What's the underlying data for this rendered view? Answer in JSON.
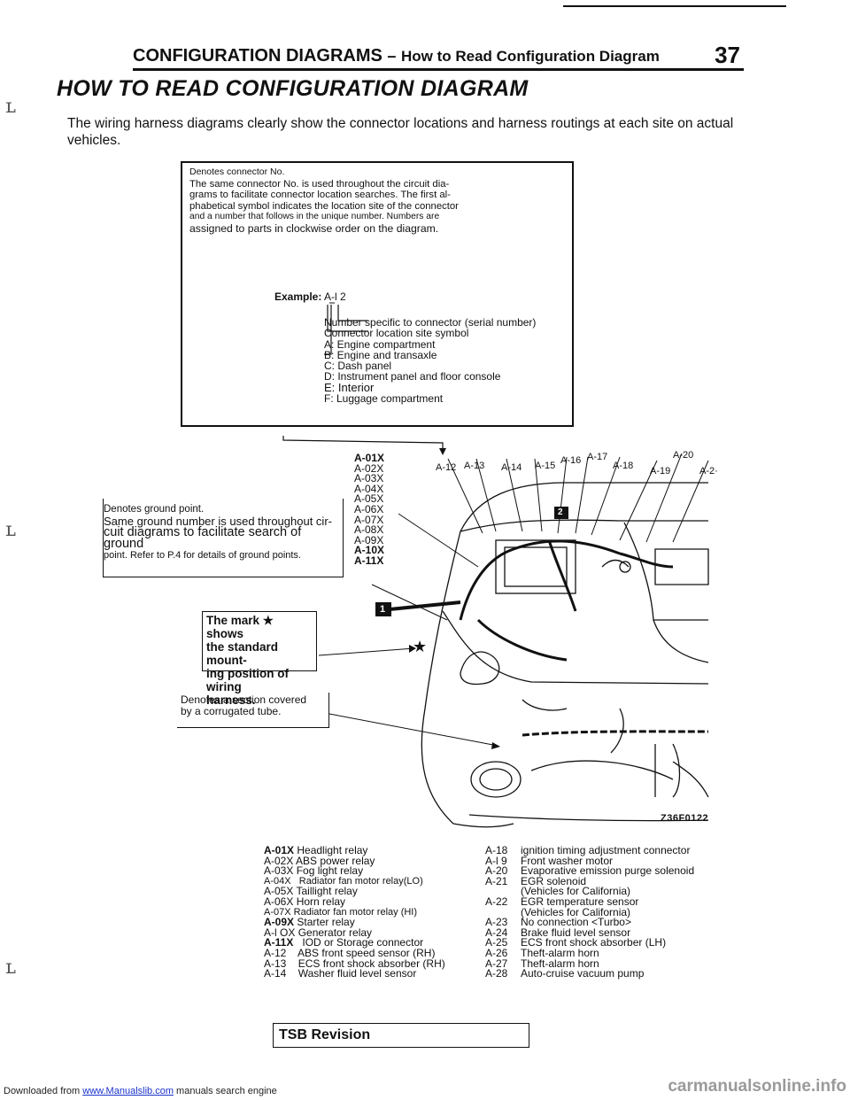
{
  "header": {
    "section": "CONFIGURATION DIAGRAMS",
    "dash": "–",
    "subsection": "How to Read Configuration Diagram",
    "page_number": "37"
  },
  "title": "HOW TO READ CONFIGURATION DIAGRAM",
  "intro": "The wiring harness diagrams clearly show the connector locations and harness routings at each site on actual vehicles.",
  "connector_box": {
    "heading": "Denotes connector No.",
    "lines": [
      "The same connector No. is used throughout the circuit dia-",
      "grams to facilitate connector location searches. The first al-",
      "phabetical symbol indicates the location site of the connector",
      "and a number that follows in the unique number. Numbers are",
      "assigned to parts in clockwise order on the diagram."
    ],
    "example_label": "Example:",
    "example_value": "A-l 2",
    "number_desc": "Number specific to connector (serial number)",
    "site_desc": "Connector location site symbol",
    "sites": [
      "A: Engine compartment",
      "B: Engine and transaxle",
      "C: Dash panel",
      "D: Instrument panel and floor console",
      "E: Interior",
      "F: Luggage compartment"
    ]
  },
  "ground_box": {
    "heading": "Denotes ground point.",
    "lines": [
      "Same ground number is used throughout cir-",
      "cuit diagrams to facilitate search of ground",
      "point. Refer to P.4 for details of ground points."
    ]
  },
  "star_box": {
    "lines": [
      "The mark ★ shows",
      "the standard mount-",
      "ing position of wiring",
      "harness."
    ]
  },
  "tube_box": {
    "lines": [
      "Denotes a section covered",
      "by a corrugated tube."
    ]
  },
  "diagram": {
    "left_connectors": [
      "A-01X",
      "A-02X",
      "A-03X",
      "A-04X",
      "A-05X",
      "A-06X",
      "A-07X",
      "A-08X",
      "A-09X",
      "A-10X",
      "A-11X"
    ],
    "top_connectors": [
      "A-12",
      "A-13",
      "A-14",
      "A-15",
      "A-16",
      "A-17",
      "A-18",
      "A-19",
      "A-20",
      "A-2·"
    ],
    "ground_1": "1",
    "ground_2": "2",
    "star": "★",
    "figure_code": "Z36F0122"
  },
  "legend_left": [
    {
      "code": "A-01X",
      "desc": "Headlight relay"
    },
    {
      "code": "A-02X",
      "desc": "ABS power relay"
    },
    {
      "code": "A-03X",
      "desc": "Fog light relay"
    },
    {
      "code": "A-04X",
      "desc": "Radiator fan motor relay(LO)"
    },
    {
      "code": "A-05X",
      "desc": "Taillight relay"
    },
    {
      "code": "A-06X",
      "desc": "Horn relay"
    },
    {
      "code": "A-07X",
      "desc": "Radiator fan motor relay (HI)"
    },
    {
      "code": "A-09X",
      "desc": "Starter relay"
    },
    {
      "code": "A-l OX",
      "desc": "Generator relay"
    },
    {
      "code": "A-11X",
      "desc": "IOD or Storage connector"
    },
    {
      "code": "A-12",
      "desc": "ABS front speed sensor (RH)"
    },
    {
      "code": "A-13",
      "desc": "ECS front shock absorber (RH)"
    },
    {
      "code": "A-14",
      "desc": "Washer fluid level sensor"
    }
  ],
  "legend_right": [
    {
      "code": "A-18",
      "desc": "ignition timing adjustment connector"
    },
    {
      "code": "A-l 9",
      "desc": "Front washer motor"
    },
    {
      "code": "A-20",
      "desc": "Evaporative emission purge solenoid"
    },
    {
      "code": "A-21",
      "desc": "EGR solenoid"
    },
    {
      "code": "",
      "desc": "(Vehicles for California)"
    },
    {
      "code": "A-22",
      "desc": "EGR temperature sensor"
    },
    {
      "code": "",
      "desc": "(Vehicles for California)"
    },
    {
      "code": "A-23",
      "desc": "No connection <Turbo>"
    },
    {
      "code": "A-24",
      "desc": "Brake fluid level sensor"
    },
    {
      "code": "A-25",
      "desc": "ECS front shock absorber (LH)"
    },
    {
      "code": "A-26",
      "desc": "Theft-alarm horn"
    },
    {
      "code": "A-27",
      "desc": "Theft-alarm horn"
    },
    {
      "code": "A-28",
      "desc": "Auto-cruise vacuum pump"
    }
  ],
  "tsb": "TSB Revision",
  "footer": {
    "prefix": "Downloaded from",
    "link": "www.Manualslib.com",
    "suffix": "manuals search engine",
    "right": "carmanualsonline.info"
  }
}
